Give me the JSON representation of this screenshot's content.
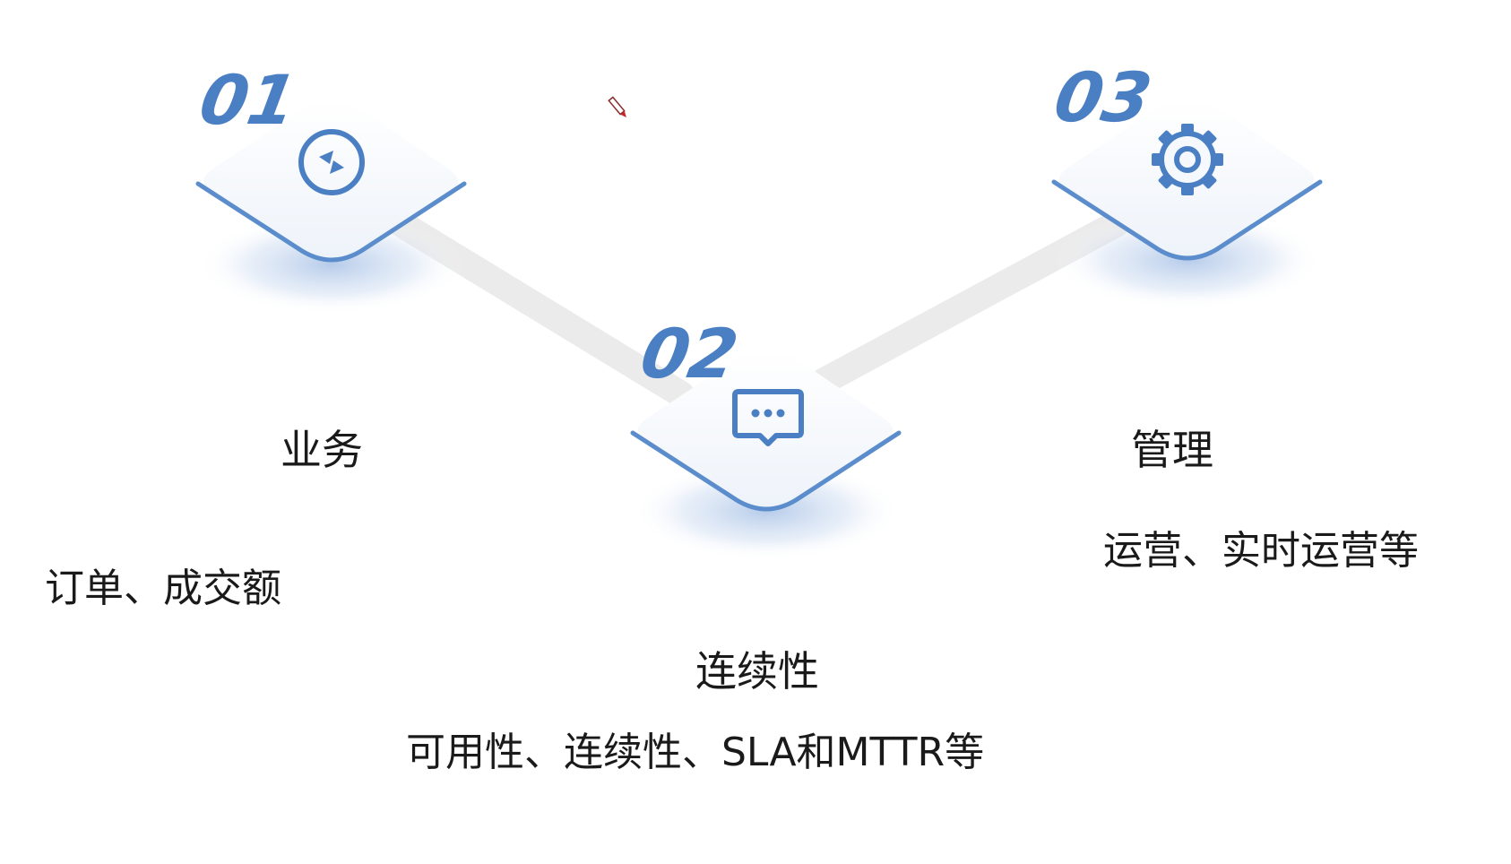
{
  "colors": {
    "accent": "#4a7fc4",
    "tile": "#f5f8fc",
    "shadow": "#a9c2e6",
    "connector": "#ececec"
  },
  "steps": [
    {
      "number": "01",
      "icon": "circle-arrows-icon",
      "title": "业务",
      "desc": "订单、成交额"
    },
    {
      "number": "02",
      "icon": "chat-bubble-icon",
      "title": "连续性",
      "desc": "可用性、连续性、SLA和MTTR等"
    },
    {
      "number": "03",
      "icon": "gear-icon",
      "title": "管理",
      "desc": "运营、实时运营等"
    }
  ]
}
